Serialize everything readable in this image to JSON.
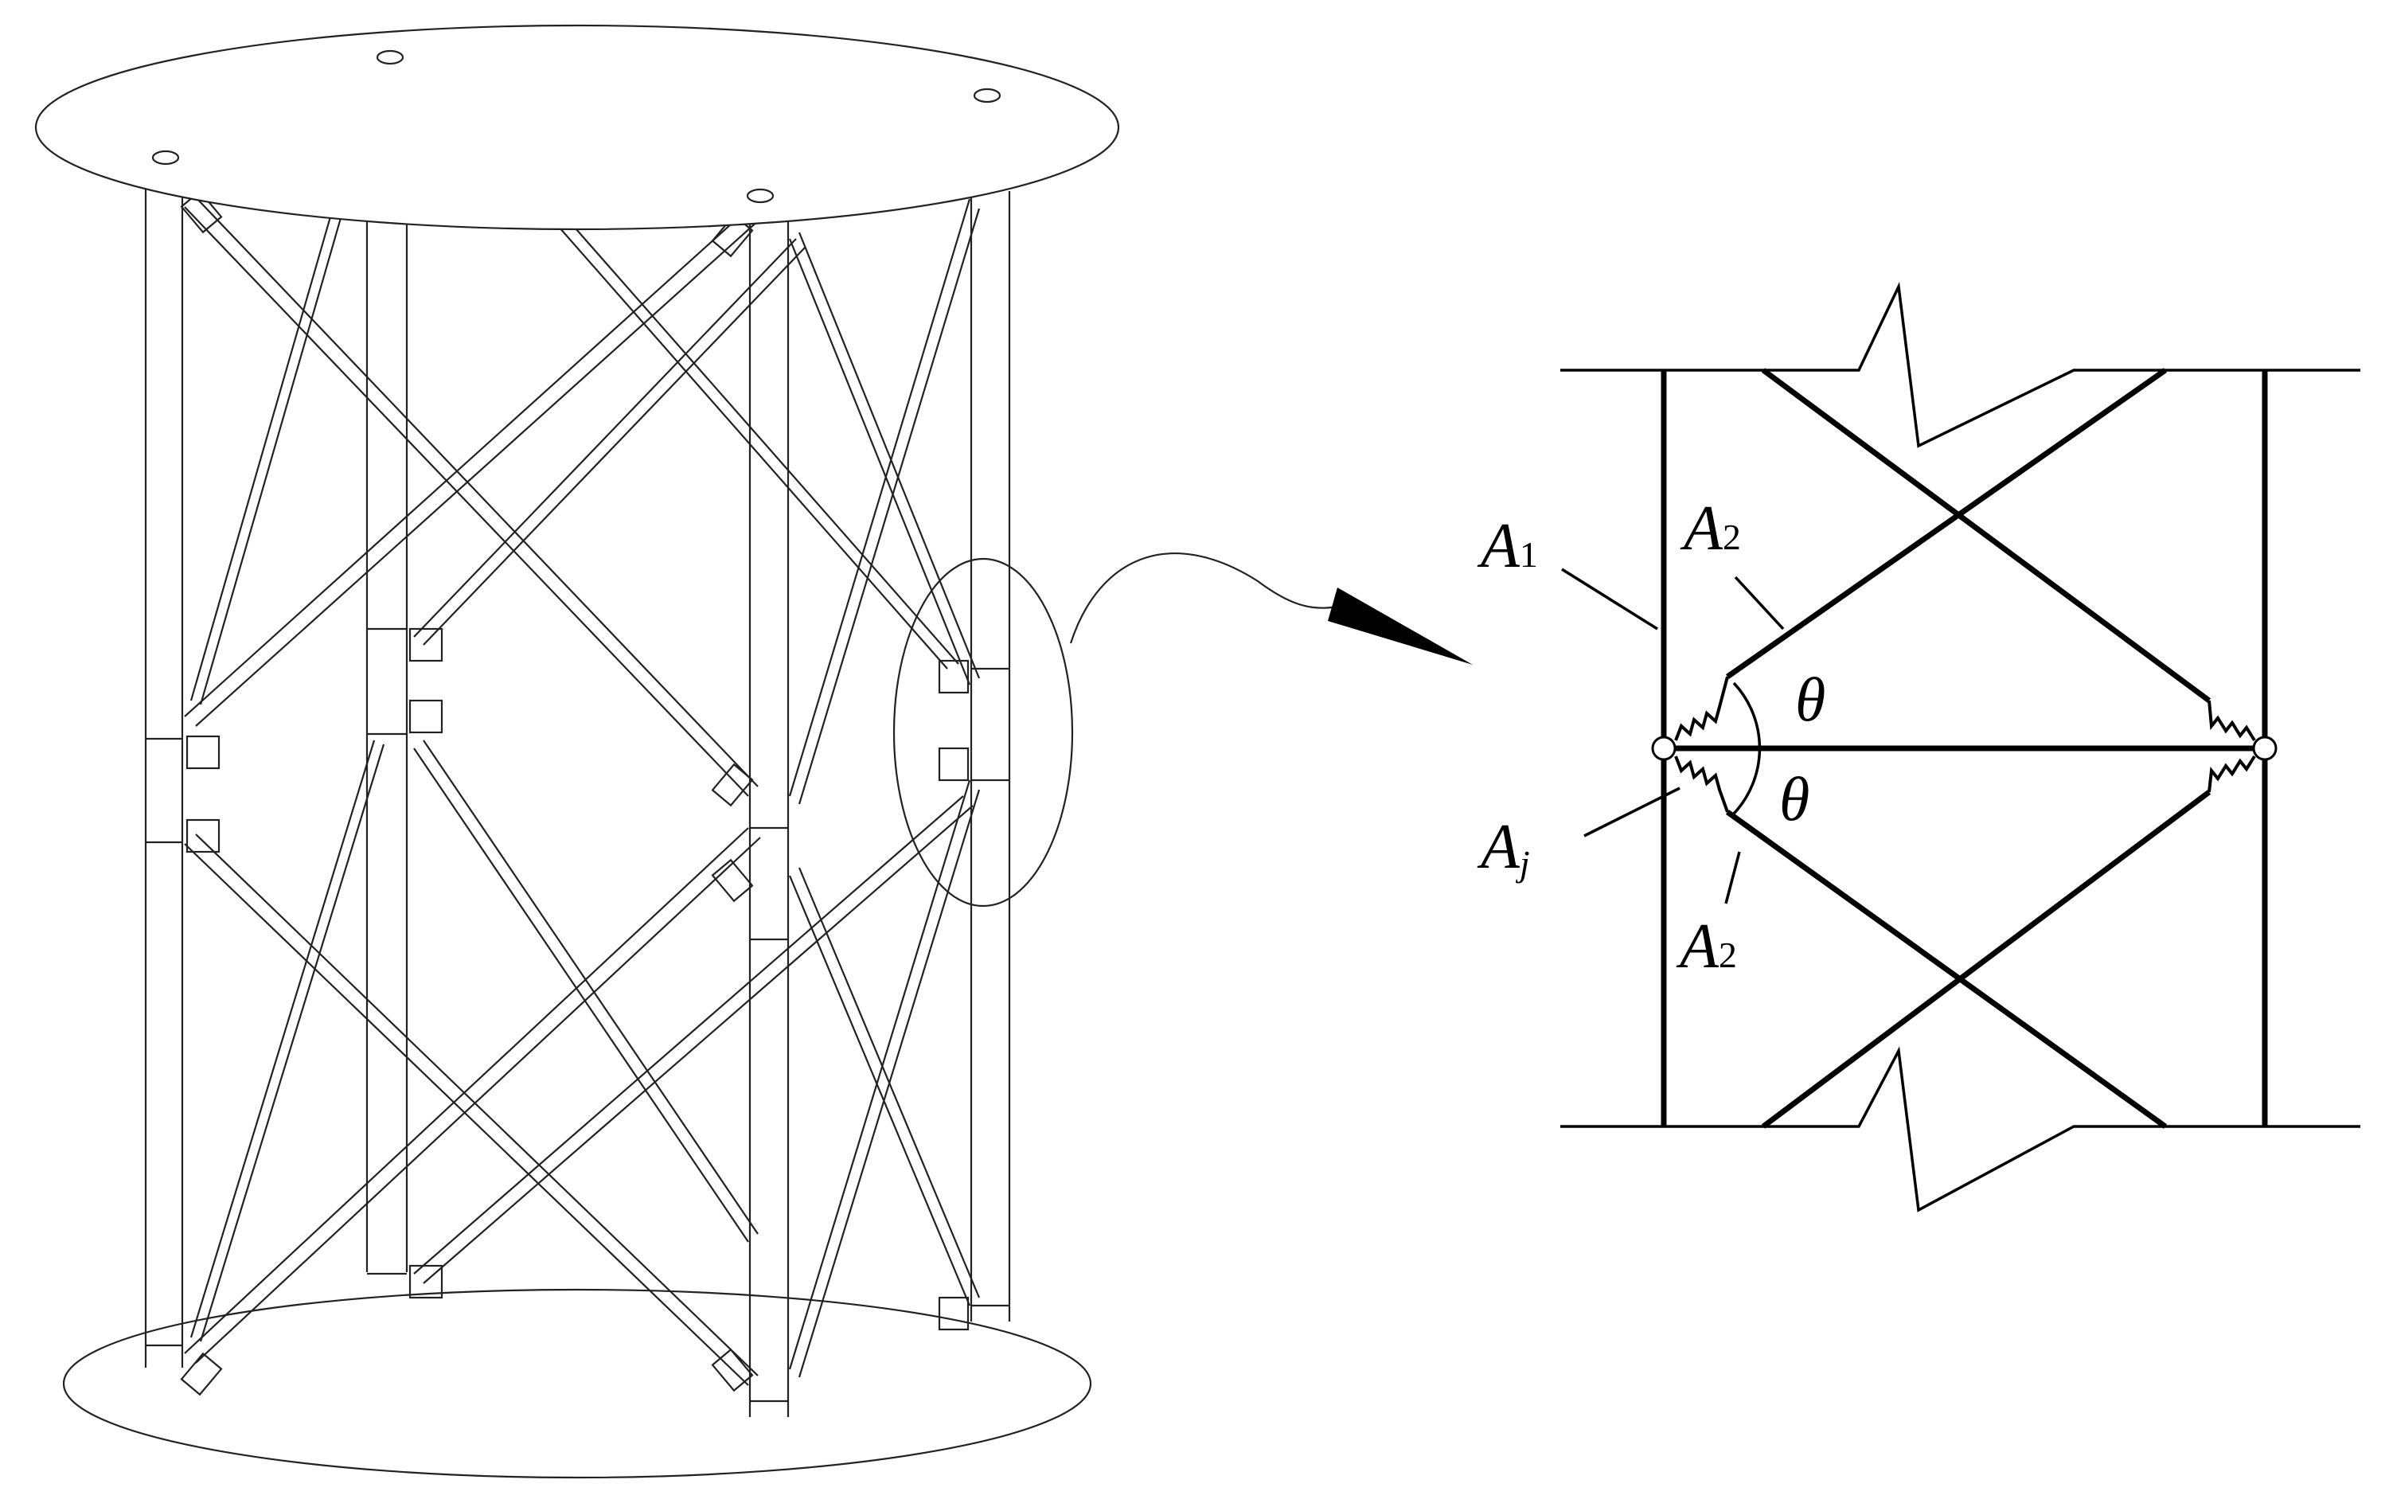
{
  "labels": {
    "a1": {
      "main": "A",
      "sub": "1"
    },
    "a2_upper": {
      "main": "A",
      "sub": "2"
    },
    "a2_lower": {
      "main": "A",
      "sub": "2"
    },
    "aj": {
      "main": "A",
      "sub": "j"
    },
    "theta_upper": "θ",
    "theta_lower": "θ"
  },
  "colors": {
    "line": "#000000",
    "background": "#ffffff"
  }
}
